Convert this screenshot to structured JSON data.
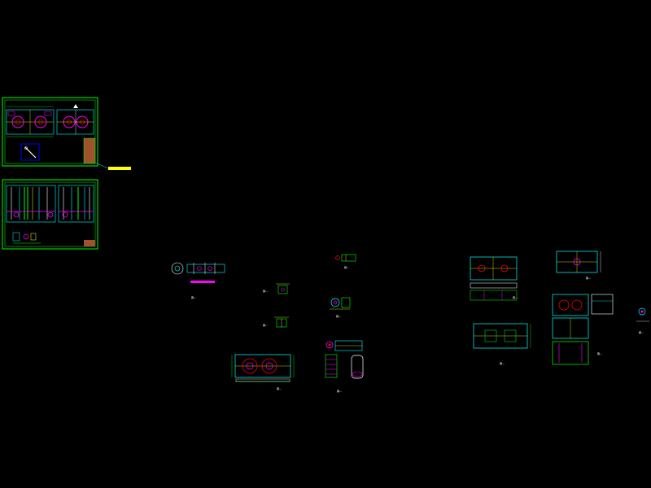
{
  "app": {
    "viewport": "cad-model-space"
  },
  "colors": {
    "background": "#000000",
    "frame": "#00ff00",
    "cyan": "#00ffff",
    "magenta": "#ff00ff",
    "red": "#ff0000",
    "yellow": "#ffff00",
    "white": "#ffffff",
    "blue": "#0000ff",
    "brown": "#a0522d"
  },
  "sheets": [
    {
      "id": "sheet-1",
      "content": "plan-and-section"
    },
    {
      "id": "sheet-2",
      "content": "elevations-and-details"
    }
  ],
  "callout": {
    "text": "▔▔▔▔▔"
  },
  "detail_captions": {
    "fan_section": "圖―",
    "fan_small_a": "圖―",
    "fan_small_b": "圖―",
    "fan_housing_top": "圖―",
    "fan_housing_mid": "圖―",
    "fan_housing_large": "圖―",
    "fan_motor_stack": "圖―",
    "right_plan_a": "圖―",
    "right_plan_b": "圖―",
    "right_elev_a": "圖―",
    "right_elev_b": "圖―",
    "right_edge": "圖―"
  }
}
